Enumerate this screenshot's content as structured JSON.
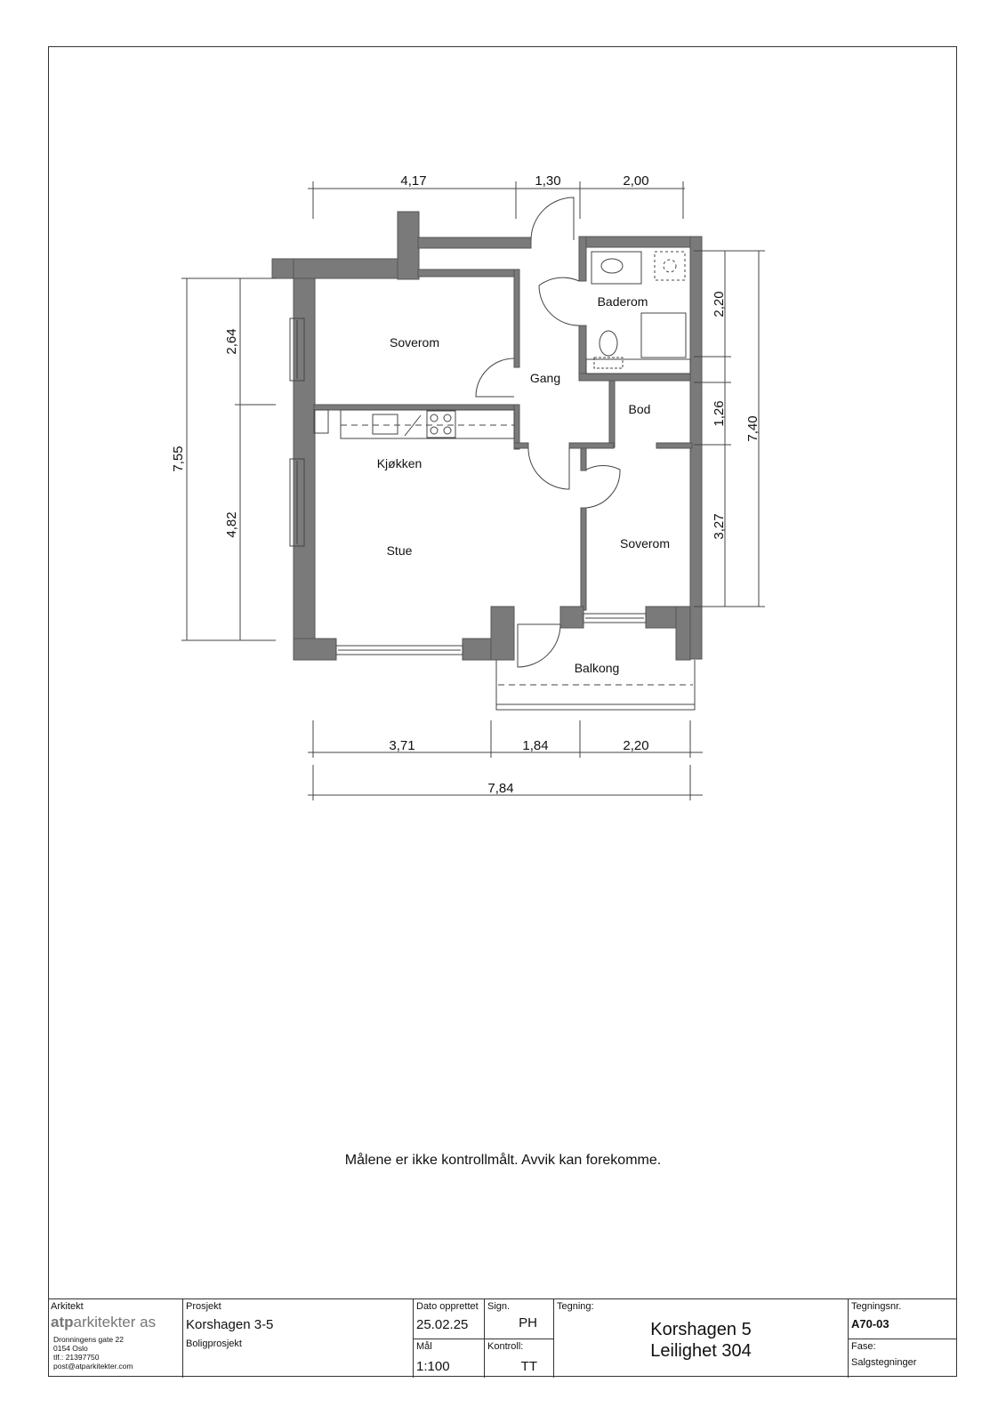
{
  "plan": {
    "rooms": [
      {
        "id": "soverom-1",
        "label": "Soverom"
      },
      {
        "id": "gang",
        "label": "Gang"
      },
      {
        "id": "baderom",
        "label": "Baderom"
      },
      {
        "id": "bod",
        "label": "Bod"
      },
      {
        "id": "kjokken",
        "label": "Kjøkken"
      },
      {
        "id": "stue",
        "label": "Stue"
      },
      {
        "id": "soverom-2",
        "label": "Soverom"
      },
      {
        "id": "balkong",
        "label": "Balkong"
      }
    ],
    "dimensions": {
      "top": [
        "4,17",
        "1,30",
        "2,00"
      ],
      "left_inner": [
        "2,64",
        "4,82"
      ],
      "left_outer": "7,55",
      "right_inner": [
        "2,20",
        "1,26",
        "3,27"
      ],
      "right_outer": "7,40",
      "bottom": [
        "3,71",
        "1,84",
        "2,20"
      ],
      "bottom_total": "7,84"
    },
    "colors": {
      "wall": "#7a7a7a",
      "line": "#444444"
    }
  },
  "disclaimer": "Målene er ikke kontrollmålt. Avvik kan forekomme.",
  "title_block": {
    "architect_label": "Arkitekt",
    "architect_name_bold": "atp",
    "architect_name_rest": "arkitekter as",
    "address": [
      "Dronningens gate 22",
      "0154 Oslo",
      "tlf.: 21397750",
      "post@atparkitekter.com"
    ],
    "project_label": "Prosjekt",
    "project_name": "Korshagen 3-5",
    "project_type": "Boligprosjekt",
    "date_label": "Dato opprettet",
    "date": "25.02.25",
    "sign_label": "Sign.",
    "sign": "PH",
    "scale_label": "Mål",
    "scale": "1:100",
    "control_label": "Kontroll:",
    "control": "TT",
    "drawing_label": "Tegning:",
    "drawing_title_1": "Korshagen 5",
    "drawing_title_2": "Leilighet 304",
    "drawing_no_label": "Tegningsnr.",
    "drawing_no": "A70-03",
    "phase_label": "Fase:",
    "phase": "Salgstegninger"
  }
}
